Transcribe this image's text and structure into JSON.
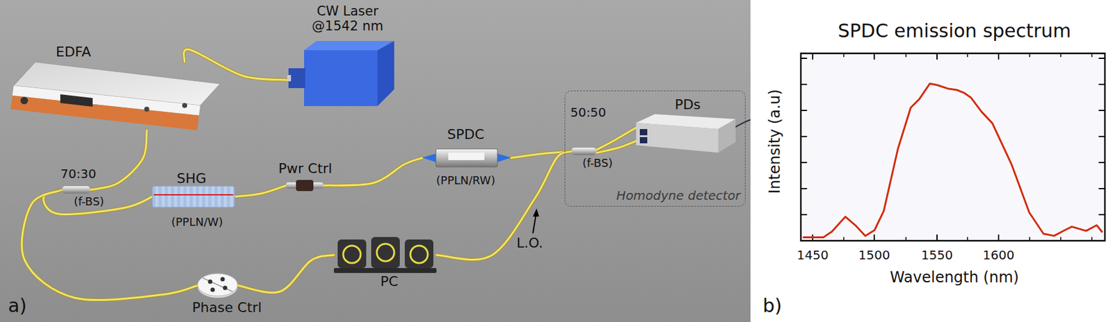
{
  "diagram": {
    "nodes": [
      {
        "text": [
          "CW Laser @1542 nm"
        ]
      },
      {
        "text": [
          "EDFA"
        ]
      },
      {
        "text": [
          "Homodyne detector"
        ]
      },
      {
        "text": [
          "50:50",
          "(f-BS)"
        ],
        "in": 2
      },
      {
        "text": [
          "PDs"
        ],
        "in": 2
      },
      {
        "text": [
          "70:30",
          "(f-BS)"
        ]
      },
      {
        "text": [
          "SHG",
          "(PPLN/W)"
        ]
      },
      {
        "text": [
          "Pwr Ctrl"
        ]
      },
      {
        "text": [
          "SPDC",
          "(PPLN/RW)"
        ]
      },
      {
        "text": [
          "PC"
        ]
      },
      {
        "text": [
          "Phase Ctrl"
        ]
      }
    ],
    "edges": [
      {
        "from": 0,
        "to": 1,
        "arrow": "none"
      },
      {
        "from": 1,
        "to": 5,
        "arrow": "none"
      },
      {
        "from": 5,
        "to": 6,
        "arrow": "none"
      },
      {
        "from": 6,
        "to": 7,
        "arrow": "none"
      },
      {
        "from": 7,
        "to": 8,
        "arrow": "none"
      },
      {
        "from": 8,
        "to": 3,
        "arrow": "none"
      },
      {
        "from": 3,
        "to": 4,
        "arrow": "none"
      },
      {
        "from": 3,
        "to": 4,
        "arrow": "none"
      },
      {
        "from": 5,
        "to": 10,
        "arrow": "none"
      },
      {
        "from": 10,
        "to": 9,
        "arrow": "none"
      },
      {
        "from": 9,
        "to": 3,
        "label": "L.O.",
        "arrow": "none"
      }
    ],
    "labels": [
      "a)",
      "b)",
      "SPDC emission spectrum",
      "Intensity (a.u)",
      "Wavelength (nm)",
      "1450",
      "1500",
      "1550",
      "1600"
    ]
  }
}
